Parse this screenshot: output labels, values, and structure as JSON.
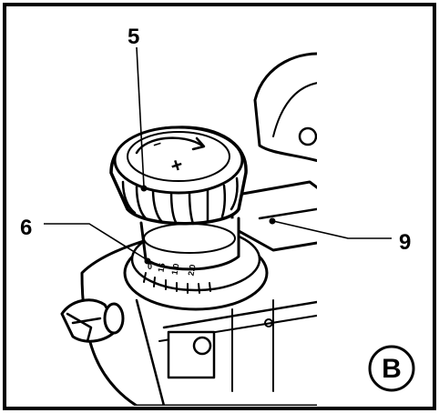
{
  "callouts": {
    "c5": "5",
    "c6": "6",
    "c9": "9"
  },
  "panel_badge": "B",
  "dial_marks": {
    "plus": "+",
    "minus": "–",
    "scale": [
      "0",
      "15",
      "1.0",
      "2.0"
    ]
  },
  "colors": {
    "ink": "#000000",
    "paper": "#ffffff",
    "shade": "#e6e6e6"
  }
}
